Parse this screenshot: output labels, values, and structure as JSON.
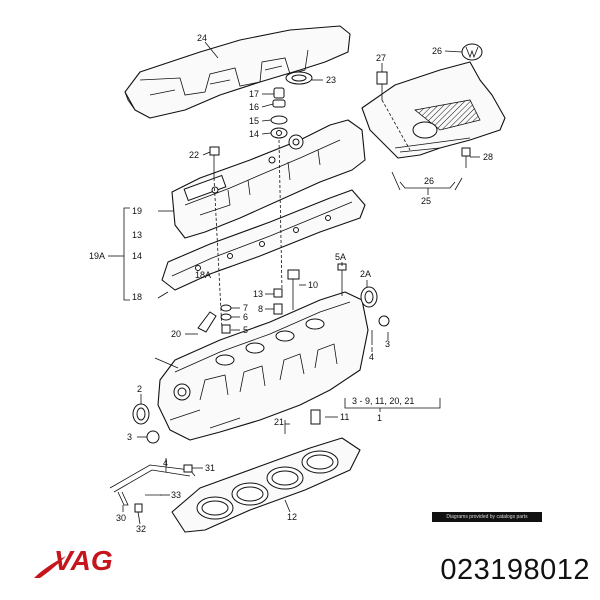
{
  "brand": {
    "name": "VAG",
    "color": "#c4161c"
  },
  "part_number": "023198012",
  "watermark_text": "Diagrams provided by catalogs parts",
  "callouts": {
    "c24": "24",
    "c23": "23",
    "c17": "17",
    "c16": "16",
    "c15": "15",
    "c14": "14",
    "c22": "22",
    "c27": "27",
    "c26a": "26",
    "c26b": "26",
    "c25": "25",
    "c28": "28",
    "c19": "19",
    "c13a": "13",
    "c19a": "19A",
    "c14b": "14",
    "c18a": "18A",
    "c18": "18",
    "c5a": "5A",
    "c2a": "2A",
    "c10": "10",
    "c13b": "13",
    "c8": "8",
    "c7": "7",
    "c6": "6",
    "c5": "5",
    "c20": "20",
    "c4a": "4",
    "c3a": "3",
    "c2": "2",
    "c3b": "3",
    "c3range": "3 - 9, 11, 20, 21",
    "c1": "1",
    "c11": "11",
    "c21": "21",
    "c4b": "4",
    "c31": "31",
    "c33": "33",
    "c30": "30",
    "c32": "32",
    "c12": "12"
  }
}
